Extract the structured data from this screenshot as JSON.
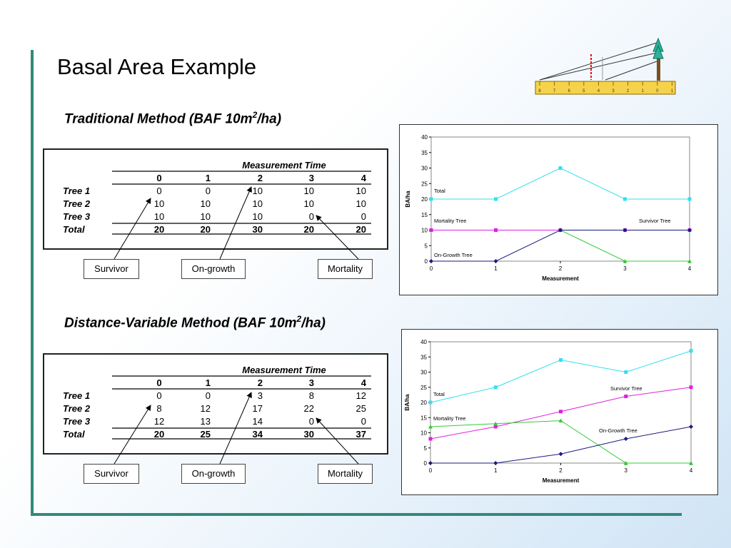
{
  "title": "Basal Area Example",
  "sections": [
    {
      "heading_pre": "Traditional Method (BAF 10m",
      "heading_sup": "2",
      "heading_post": "/ha)",
      "table": {
        "group_header": "Measurement Time",
        "columns": [
          "0",
          "1",
          "2",
          "3",
          "4"
        ],
        "rows": [
          {
            "label": "Tree 1",
            "values": [
              "0",
              "0",
              "10",
              "10",
              "10"
            ]
          },
          {
            "label": "Tree 2",
            "values": [
              "10",
              "10",
              "10",
              "10",
              "10"
            ]
          },
          {
            "label": "Tree 3",
            "values": [
              "10",
              "10",
              "10",
              "0",
              "0"
            ]
          },
          {
            "label": "Total",
            "values": [
              "20",
              "20",
              "30",
              "20",
              "20"
            ]
          }
        ]
      },
      "callouts": [
        "Survivor",
        "On-growth",
        "Mortality"
      ]
    },
    {
      "heading_pre": "Distance-Variable Method (BAF 10m",
      "heading_sup": "2",
      "heading_post": "/ha)",
      "table": {
        "group_header": "Measurement Time",
        "columns": [
          "0",
          "1",
          "2",
          "3",
          "4"
        ],
        "rows": [
          {
            "label": "Tree 1",
            "values": [
              "0",
              "0",
              "3",
              "8",
              "12"
            ]
          },
          {
            "label": "Tree 2",
            "values": [
              "8",
              "12",
              "17",
              "22",
              "25"
            ]
          },
          {
            "label": "Tree 3",
            "values": [
              "12",
              "13",
              "14",
              "0",
              "0"
            ]
          },
          {
            "label": "Total",
            "values": [
              "20",
              "25",
              "34",
              "30",
              "37"
            ]
          }
        ]
      },
      "callouts": [
        "Survivor",
        "On-growth",
        "Mortality"
      ]
    }
  ],
  "illustration": {
    "ruler_ticks": [
      "8",
      "7",
      "6",
      "5",
      "4",
      "3",
      "2",
      "1",
      "0",
      "1"
    ]
  },
  "chart_data": [
    {
      "type": "line",
      "xlabel": "Measurement",
      "ylabel": "BA/ha",
      "x": [
        0,
        1,
        2,
        3,
        4
      ],
      "xlim": [
        0,
        4
      ],
      "ylim": [
        0,
        40
      ],
      "yticks": [
        0,
        5,
        10,
        15,
        20,
        25,
        30,
        35,
        40
      ],
      "grid": false,
      "series": [
        {
          "name": "Total",
          "values": [
            20,
            20,
            30,
            20,
            20
          ],
          "color": "#33e0f0",
          "marker": "square"
        },
        {
          "name": "Mortality Tree",
          "values": [
            10,
            10,
            10,
            0,
            0
          ],
          "color": "#33cc33",
          "marker": "triangle"
        },
        {
          "name": "Survivor Tree",
          "values": [
            10,
            10,
            10,
            10,
            10
          ],
          "color": "#e020e0",
          "marker": "square"
        },
        {
          "name": "On-Growth Tree",
          "values": [
            0,
            0,
            10,
            10,
            10
          ],
          "color": "#1a1a80",
          "marker": "diamond"
        }
      ],
      "annotations": [
        "Total",
        "Mortality Tree",
        "Survivor Tree",
        "On-Growth Tree"
      ]
    },
    {
      "type": "line",
      "xlabel": "Measurement",
      "ylabel": "BA/ha",
      "x": [
        0,
        1,
        2,
        3,
        4
      ],
      "xlim": [
        0,
        4
      ],
      "ylim": [
        0,
        40
      ],
      "yticks": [
        0,
        5,
        10,
        15,
        20,
        25,
        30,
        35,
        40
      ],
      "grid": false,
      "series": [
        {
          "name": "Total",
          "values": [
            20,
            25,
            34,
            30,
            37
          ],
          "color": "#33e0f0",
          "marker": "square"
        },
        {
          "name": "Survivor Tree",
          "values": [
            8,
            12,
            17,
            22,
            25
          ],
          "color": "#e020e0",
          "marker": "square"
        },
        {
          "name": "Mortality Tree",
          "values": [
            12,
            13,
            14,
            0,
            0
          ],
          "color": "#33cc33",
          "marker": "triangle"
        },
        {
          "name": "On-Growth Tree",
          "values": [
            0,
            0,
            3,
            8,
            12
          ],
          "color": "#1a1a80",
          "marker": "diamond"
        }
      ],
      "annotations": [
        "Total",
        "Survivor Tree",
        "Mortality Tree",
        "On-Growth Tree"
      ]
    }
  ]
}
